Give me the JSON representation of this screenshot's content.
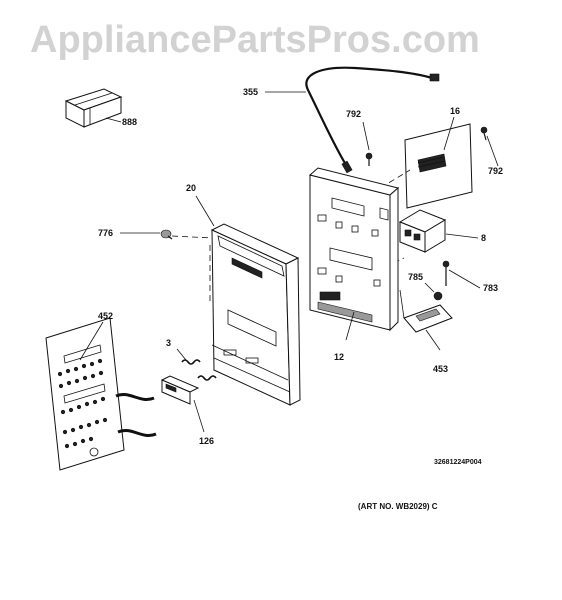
{
  "watermark": "AppliancePartsPros.com",
  "callouts": {
    "p888": "888",
    "p355": "355",
    "p792a": "792",
    "p16": "16",
    "p792b": "792",
    "p20": "20",
    "p776": "776",
    "p8": "8",
    "p785": "785",
    "p783": "783",
    "p452": "452",
    "p3": "3",
    "p12": "12",
    "p453": "453",
    "p126": "126"
  },
  "drawing_code": "32681224P004",
  "art_number": "(ART NO. WB2029) C"
}
